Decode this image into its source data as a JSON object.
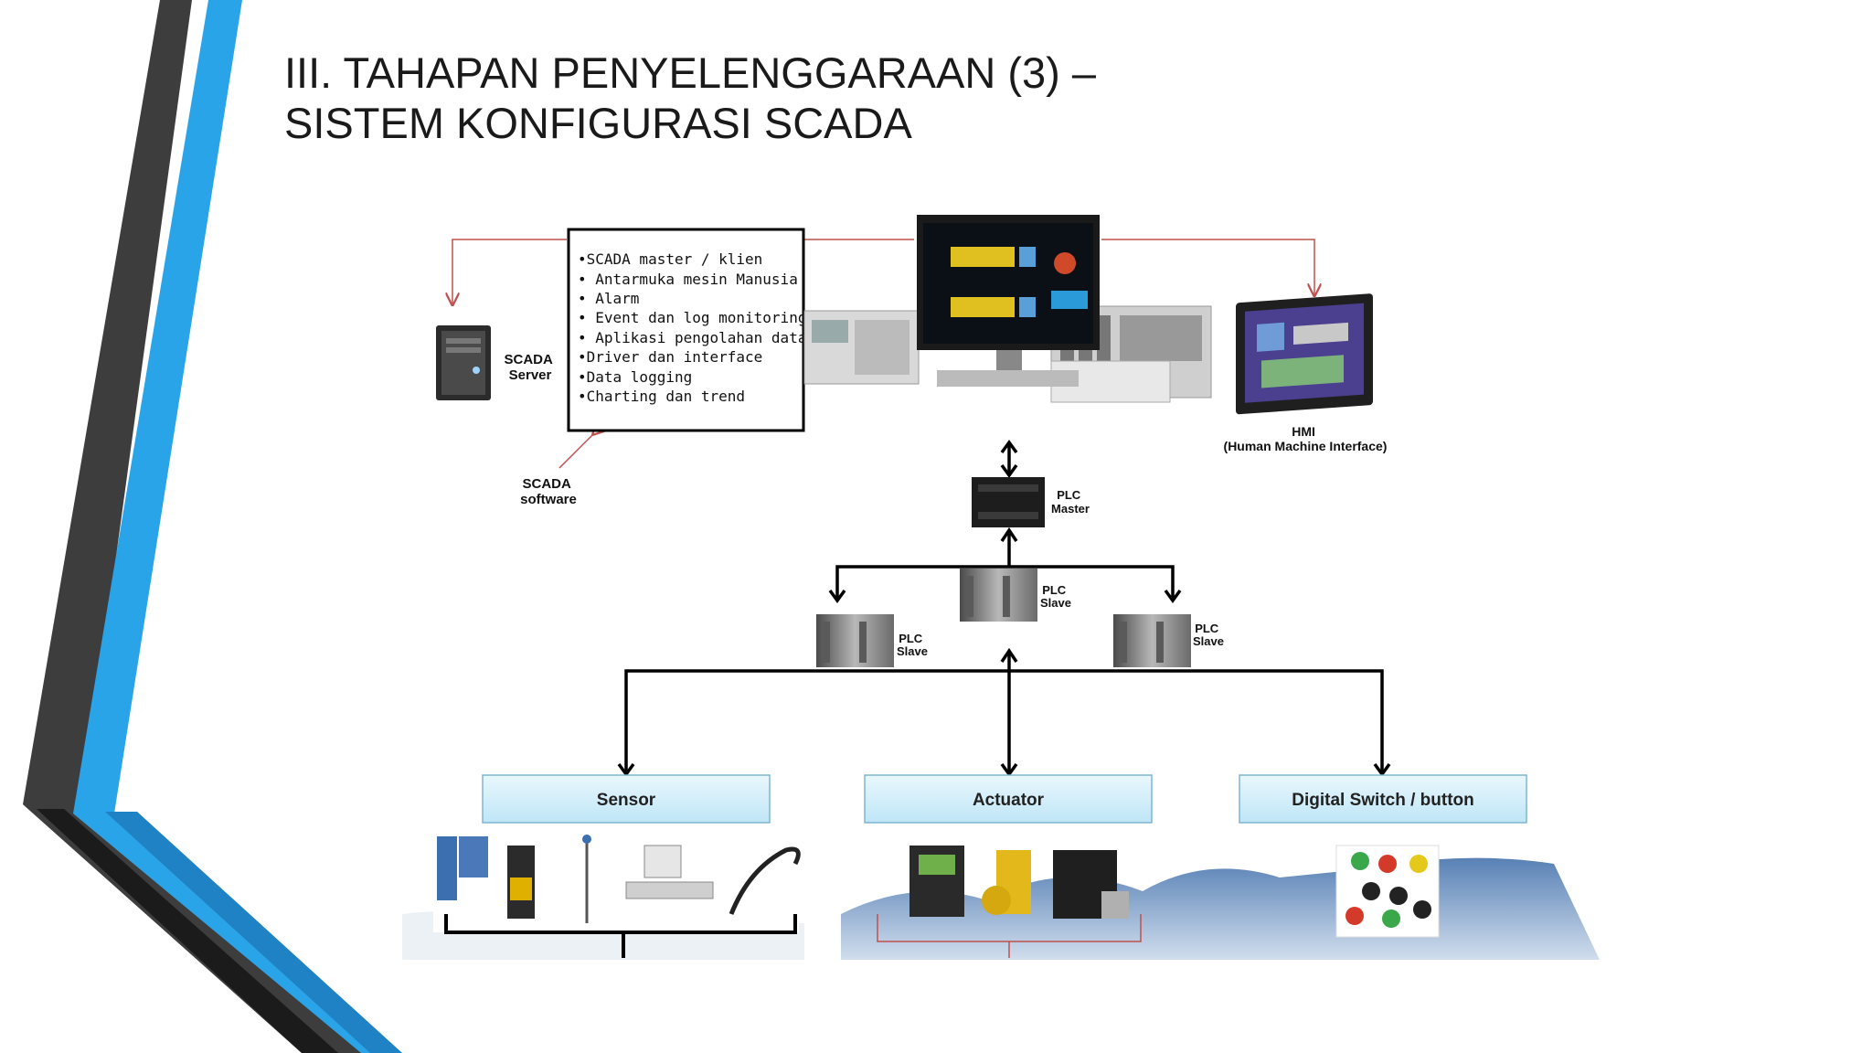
{
  "slide": {
    "title_line1": "III. TAHAPAN PENYELENGGARAAN (3) –",
    "title_line2": "SISTEM KONFIGURASI SCADA"
  },
  "diagram": {
    "software_features": [
      "•SCADA master / klien",
      "• Antarmuka mesin Manusia",
      "• Alarm",
      "• Event dan log monitoring",
      "• Aplikasi pengolahan data",
      "•Driver dan interface",
      "•Data logging",
      "•Charting dan trend"
    ],
    "scada_server": {
      "line1": "SCADA",
      "line2": "Server"
    },
    "scada_software": {
      "line1": "SCADA",
      "line2": "software"
    },
    "hmi": {
      "line1": "HMI",
      "line2": "(Human Machine Interface)"
    },
    "plc_master": {
      "line1": "PLC",
      "line2": "Master"
    },
    "plc_slave": {
      "line1": "PLC",
      "line2": "Slave"
    },
    "categories": {
      "sensor": "Sensor",
      "actuator": "Actuator",
      "switch": "Digital Switch / button"
    },
    "colors": {
      "accent_blue": "#29a3e6",
      "accent_dark": "#3a3a3a",
      "box_fill": "#d5effa",
      "connector_red": "#c0504d"
    }
  }
}
